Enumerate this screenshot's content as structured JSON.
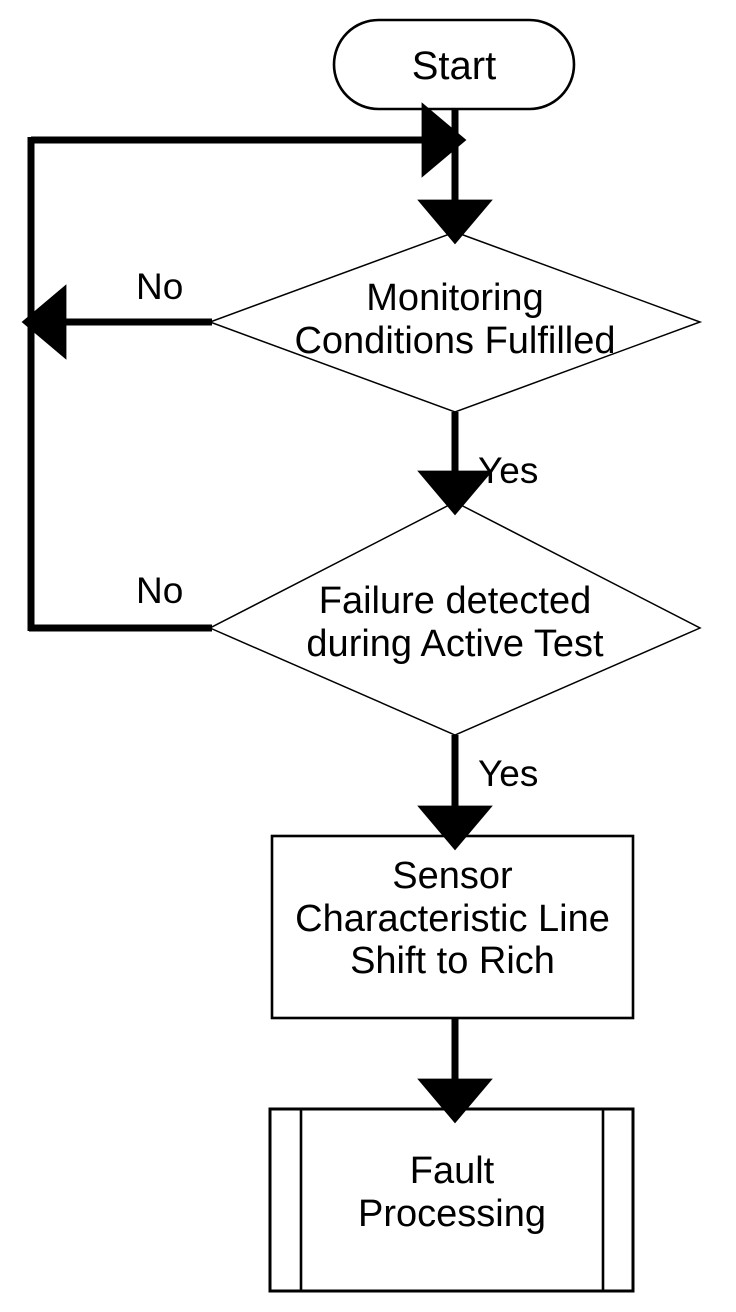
{
  "diagram": {
    "title": "Sensor Monitoring and Fault Processing Flowchart",
    "background_color": "#ffffff",
    "line_color": "#000000",
    "text_color": "#000000",
    "nodes": {
      "start": {
        "shape": "terminator",
        "label": "Start"
      },
      "decision_monitoring": {
        "shape": "diamond",
        "label": "Monitoring\nConditions Fulfilled"
      },
      "decision_failure": {
        "shape": "diamond",
        "label": "Failure detected\nduring Active Test"
      },
      "process_shift": {
        "shape": "process",
        "label": "Sensor\nCharacteristic Line\nShift to Rich"
      },
      "predefined_fault": {
        "shape": "predefined-process",
        "label": "Fault\nProcessing"
      }
    },
    "edge_labels": {
      "no_monitoring": "No",
      "yes_monitoring": "Yes",
      "no_failure": "No",
      "yes_failure": "Yes"
    }
  }
}
